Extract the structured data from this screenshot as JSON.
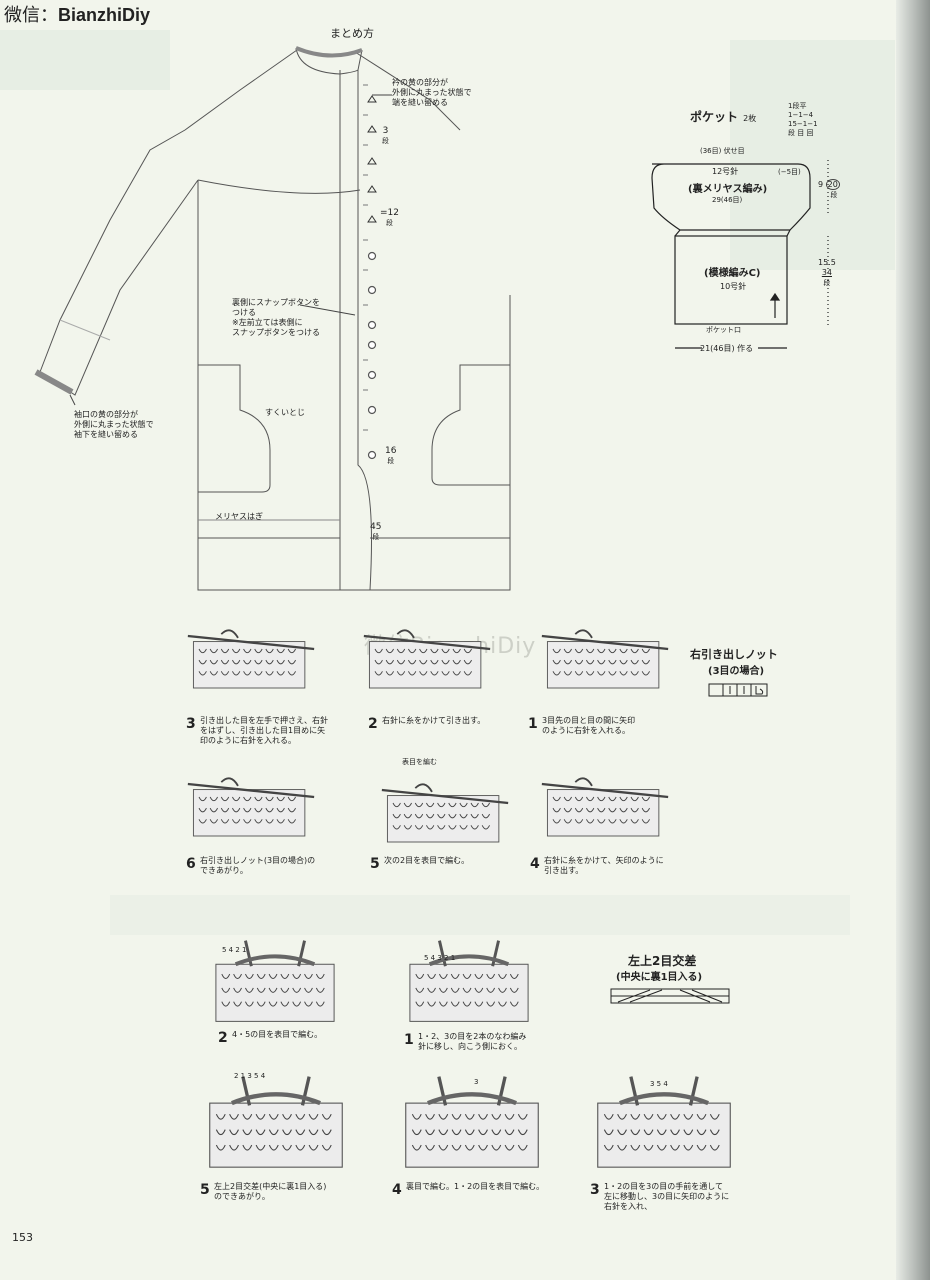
{
  "header": {
    "wechat_label": "微信：",
    "account": "BianzhiDiy"
  },
  "page_number": "153",
  "watermark_text": "微信BianzhiDiy",
  "assembly": {
    "title": "まとめ方",
    "collar_note": [
      "衿の黄の部分が",
      "外側に丸まった状態で",
      "端を縫い留める"
    ],
    "snap_note": [
      "裏側にスナップボタンを",
      "つける",
      "※左前立ては表側に",
      "スナップボタンをつける"
    ],
    "cuff_note": [
      "袖口の黄の部分が",
      "外側に丸まった状態で",
      "袖下を縫い留める"
    ],
    "slip_stitch": "すくいとじ",
    "kitchener": "メリヤスはぎ",
    "spacing_3": "3",
    "spacing_12": "12",
    "spacing_16": "16",
    "spacing_45": "45",
    "row_unit": "段",
    "equals": "="
  },
  "pocket": {
    "title": "ポケット",
    "count": "2枚",
    "dec_rule": [
      "1段平",
      "1−1−4",
      "15−1−1",
      "段 目 回"
    ],
    "bind_off": "(36目) 伏せ目",
    "top_minus": "(−5目)",
    "needle_top": "12号針",
    "pattern_top": "(裏メリヤス編み)",
    "width_top": "29(46目)",
    "height_top": "9",
    "height_top_rows": "20",
    "pattern_bottom": "(模様編みC)",
    "needle_bottom": "10号針",
    "height_bottom": "15.5",
    "height_bottom_rows": "34",
    "row_unit": "段",
    "opening_label": "ポケット口",
    "cast_on": "21(46目) 作る"
  },
  "right_twist": {
    "title": "右引き出しノット",
    "subtitle": "(3目の場合)",
    "steps": [
      {
        "num": "1",
        "text": [
          "3目先の目と目の間に矢印",
          "のように右針を入れる。"
        ]
      },
      {
        "num": "2",
        "text": [
          "右針に糸をかけて引き出す。"
        ]
      },
      {
        "num": "3",
        "text": [
          "引き出した目を左手で押さえ、右針",
          "をはずし、引き出した目1目めに矢",
          "印のように右針を入れる。"
        ]
      },
      {
        "num": "4",
        "text": [
          "右針に糸をかけて、矢印のように",
          "引き出す。"
        ]
      },
      {
        "num": "5",
        "text": [
          "次の2目を表目で編む。"
        ],
        "callout": "表目を編む"
      },
      {
        "num": "6",
        "text": [
          "右引き出しノット(3目の場合)の",
          "できあがり。"
        ]
      }
    ]
  },
  "left_cross": {
    "title": "左上2目交差",
    "subtitle": "(中央に裏1目入る)",
    "steps": [
      {
        "num": "1",
        "text": [
          "1・2、3の目を2本のなわ編み",
          "針に移し、向こう側におく。"
        ],
        "labels": "5 4 3 2 1"
      },
      {
        "num": "2",
        "text": [
          "4・5の目を表目で編む。"
        ],
        "labels": "5 4 2 1"
      },
      {
        "num": "3",
        "text": [
          "1・2の目を3の目の手前を通して",
          "左に移動し、3の目に矢印のように",
          "右針を入れ、"
        ],
        "labels": "3 5 4"
      },
      {
        "num": "4",
        "text": [
          "裏目で編む。1・2の目を表目で編む。"
        ],
        "labels": "3"
      },
      {
        "num": "5",
        "text": [
          "左上2目交差(中央に裏1目入る)",
          "のできあがり。"
        ],
        "labels": "2 1 3 5 4"
      }
    ]
  }
}
